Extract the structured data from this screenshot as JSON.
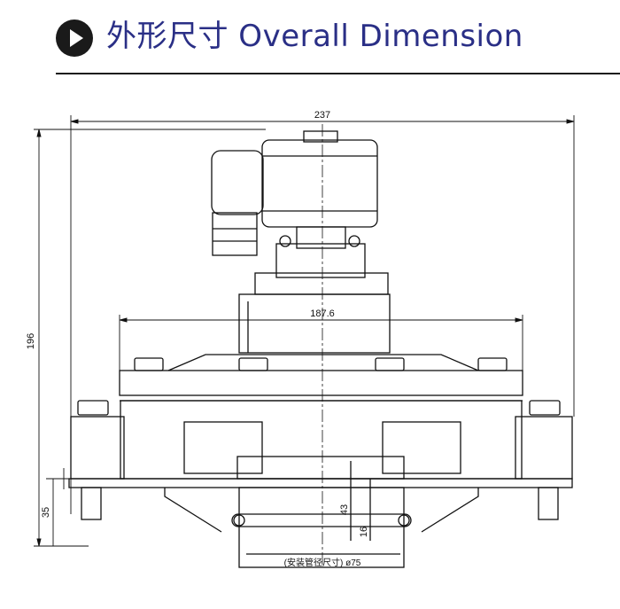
{
  "header": {
    "title": "外形尺寸 Overall Dimension",
    "icon": "play-circle-icon"
  },
  "dimensions": {
    "overall_width": "237",
    "overall_height": "196",
    "flange_span": "187.6",
    "bottom_height": "35",
    "outlet_height": "43",
    "seal_height": "16",
    "pipe_note": "(安装管径尺寸) ø75"
  },
  "colors": {
    "title": "#2a2f86",
    "line": "#111111"
  }
}
